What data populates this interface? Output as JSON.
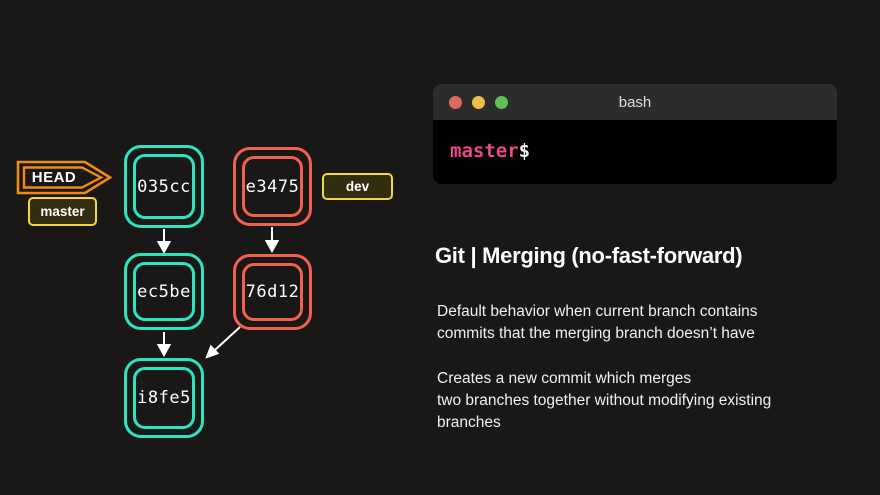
{
  "slide": {
    "background": "#191817",
    "accent_teal": "#2ce5c0",
    "accent_red": "#f0614e",
    "accent_yellow": "#f5d73b",
    "accent_head_orange": "#ee8b13",
    "arrow_color": "#ffffff"
  },
  "graph": {
    "head_label": "HEAD",
    "branch_labels": [
      {
        "text": "master"
      },
      {
        "text": "dev"
      }
    ],
    "commits": [
      {
        "id": "035cc",
        "branch": "master"
      },
      {
        "id": "e3475",
        "branch": "dev"
      },
      {
        "id": "ec5be",
        "branch": "master"
      },
      {
        "id": "76d12",
        "branch": "dev"
      },
      {
        "id": "i8fe5",
        "branch": "master"
      }
    ]
  },
  "terminal": {
    "title": "bash",
    "prompt_branch": "master",
    "prompt_symbol": "$",
    "prompt_color": "#e8478c",
    "titlebar_color": "#2d2c2c",
    "body_color": "#000000",
    "traffic_lights": [
      {
        "name": "close",
        "color": "#e0695e"
      },
      {
        "name": "minimize",
        "color": "#ecbe4d"
      },
      {
        "name": "zoom",
        "color": "#5fc254"
      }
    ]
  },
  "content": {
    "title": "Git | Merging (no-fast-forward)",
    "paragraphs": [
      "Default behavior when current branch contains\ncommits that the merging branch doesn’t have",
      "Creates a new commit which merges\ntwo branches together without modifying existing\nbranches"
    ]
  }
}
